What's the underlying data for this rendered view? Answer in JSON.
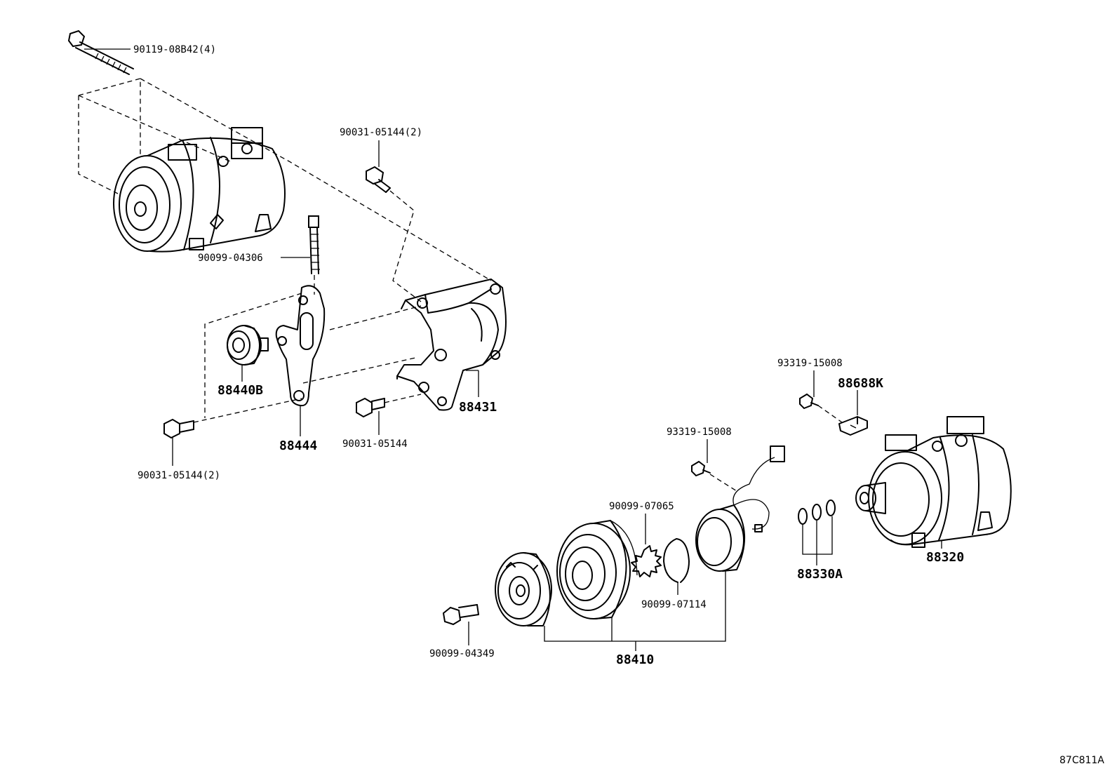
{
  "labels": {
    "bolt_top": "90119-08B42(4)",
    "bolt_upper_mid": "90031-05144(2)",
    "stud_bolt": "90099-04306",
    "idler_pulley": "88440B",
    "bracket_plate": "88444",
    "bolt_lower_left": "90031-05144(2)",
    "bolt_bracket": "90031-05144",
    "bracket_main": "88431",
    "clip_bolt_right": "93319-15008",
    "clip_part": "88688K",
    "clip_bolt_mid": "93319-15008",
    "snap_ring_a": "90099-07065",
    "snap_ring_b": "90099-07114",
    "bolt_bottom": "90099-04349",
    "clutch_assy": "88410",
    "o_rings": "88330A",
    "compressor": "88320"
  },
  "figure_code": "87C811A"
}
